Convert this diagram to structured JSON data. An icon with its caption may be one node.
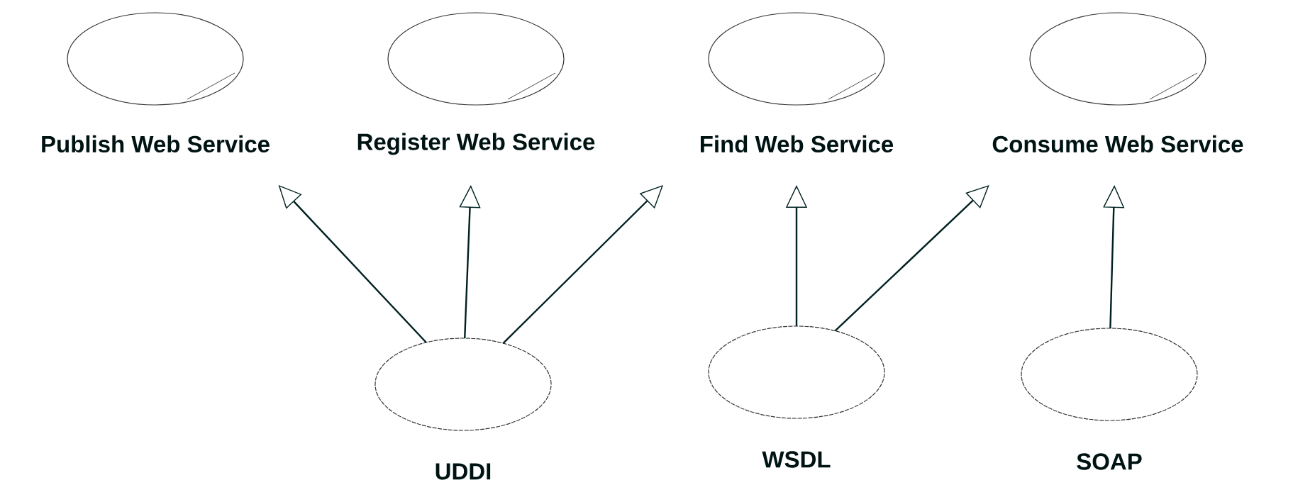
{
  "diagram": {
    "nodes": [
      {
        "text": [
          "Publish Web Service"
        ]
      },
      {
        "text": [
          "Register Web Service"
        ]
      },
      {
        "text": [
          "Find Web Service"
        ]
      },
      {
        "text": [
          "Consume Web Service"
        ]
      },
      {
        "text": [
          "UDDI"
        ]
      },
      {
        "text": [
          "WSDL"
        ]
      },
      {
        "text": [
          "SOAP"
        ]
      }
    ],
    "edges": [
      {
        "from": 4,
        "to": 0,
        "arrow": "to"
      },
      {
        "from": 4,
        "to": 1,
        "arrow": "to"
      },
      {
        "from": 4,
        "to": 2,
        "arrow": "to"
      },
      {
        "from": 5,
        "to": 2,
        "arrow": "to"
      },
      {
        "from": 5,
        "to": 3,
        "arrow": "to"
      },
      {
        "from": 6,
        "to": 3,
        "arrow": "to"
      }
    ]
  }
}
